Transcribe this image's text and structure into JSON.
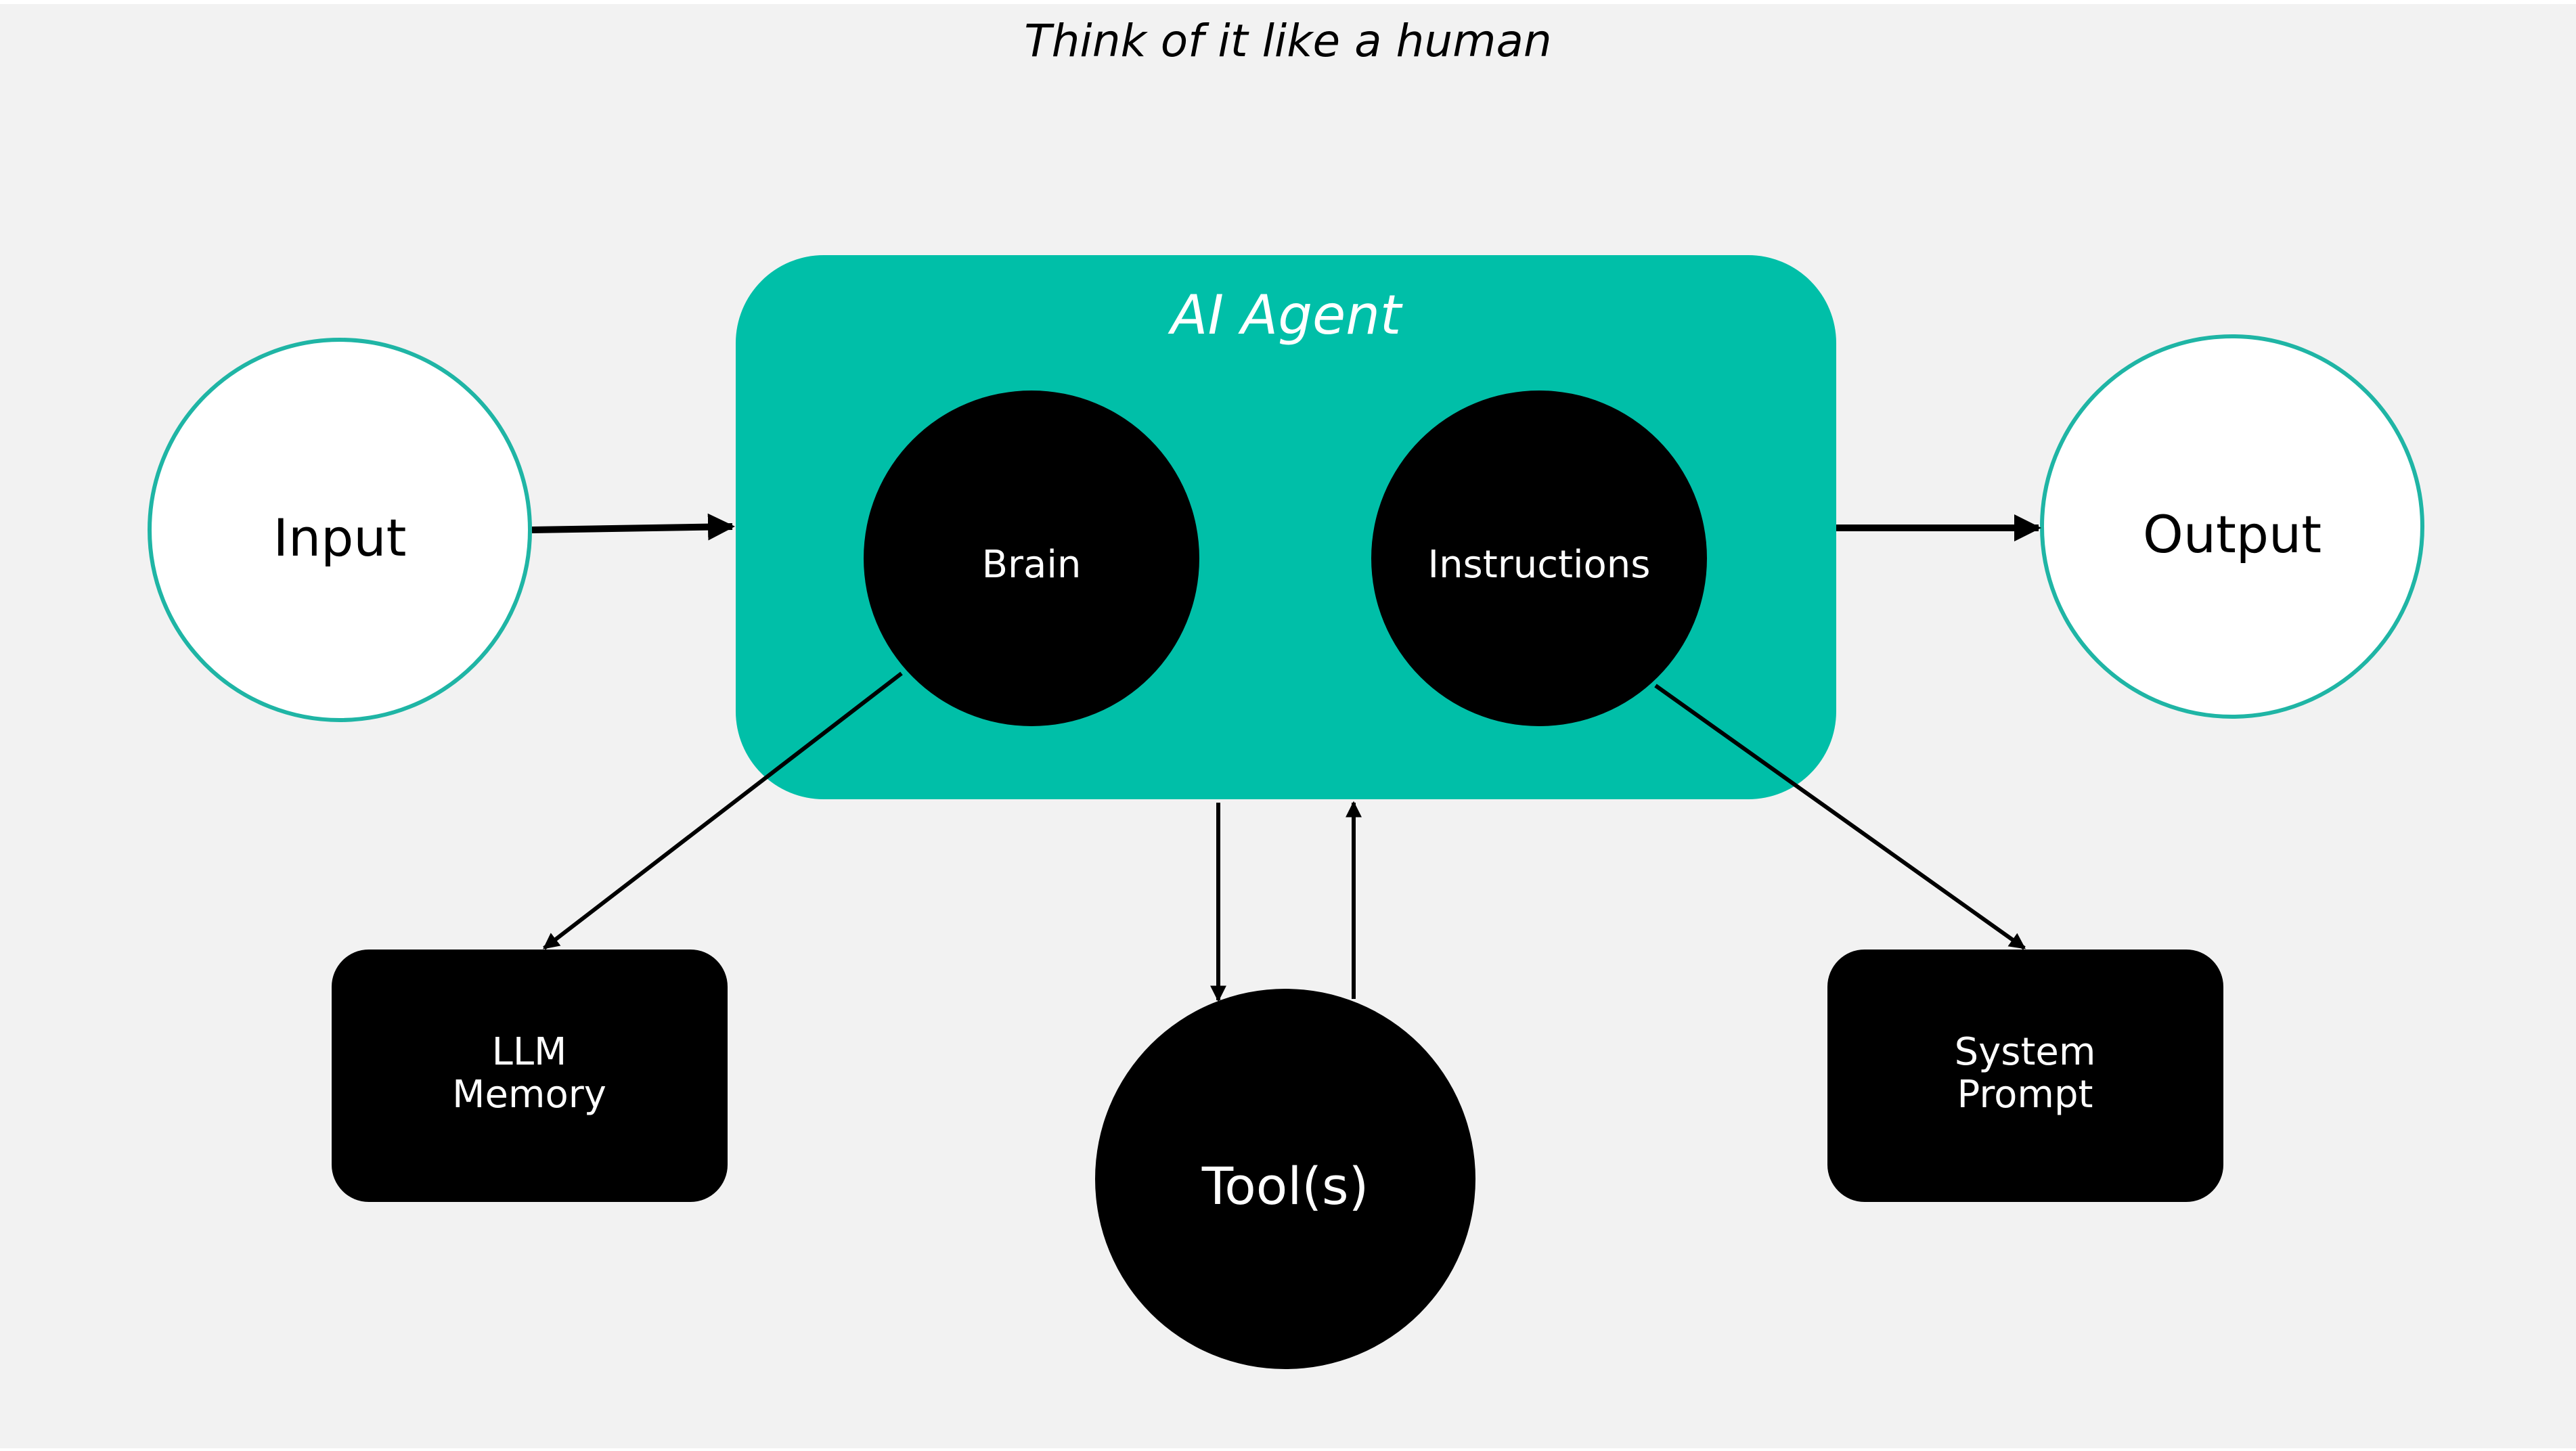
{
  "subtitle": "Think of it like a human",
  "colors": {
    "background": "#f2f2f2",
    "agent_fill": "#00bfa8",
    "io_stroke": "#1fb5a5",
    "node_fill": "#000000",
    "io_fill": "#ffffff",
    "text_on_dark": "#ffffff",
    "text_dark": "#000000"
  },
  "nodes": {
    "input": {
      "label": "Input"
    },
    "output": {
      "label": "Output"
    },
    "agent": {
      "label": "AI Agent"
    },
    "brain": {
      "label": "Brain"
    },
    "instructions": {
      "label": "Instructions"
    },
    "llm_memory": {
      "lines": [
        "LLM",
        "Memory"
      ]
    },
    "system_prompt": {
      "lines": [
        "System",
        "Prompt"
      ]
    },
    "tools": {
      "label": "Tool(s)"
    }
  }
}
